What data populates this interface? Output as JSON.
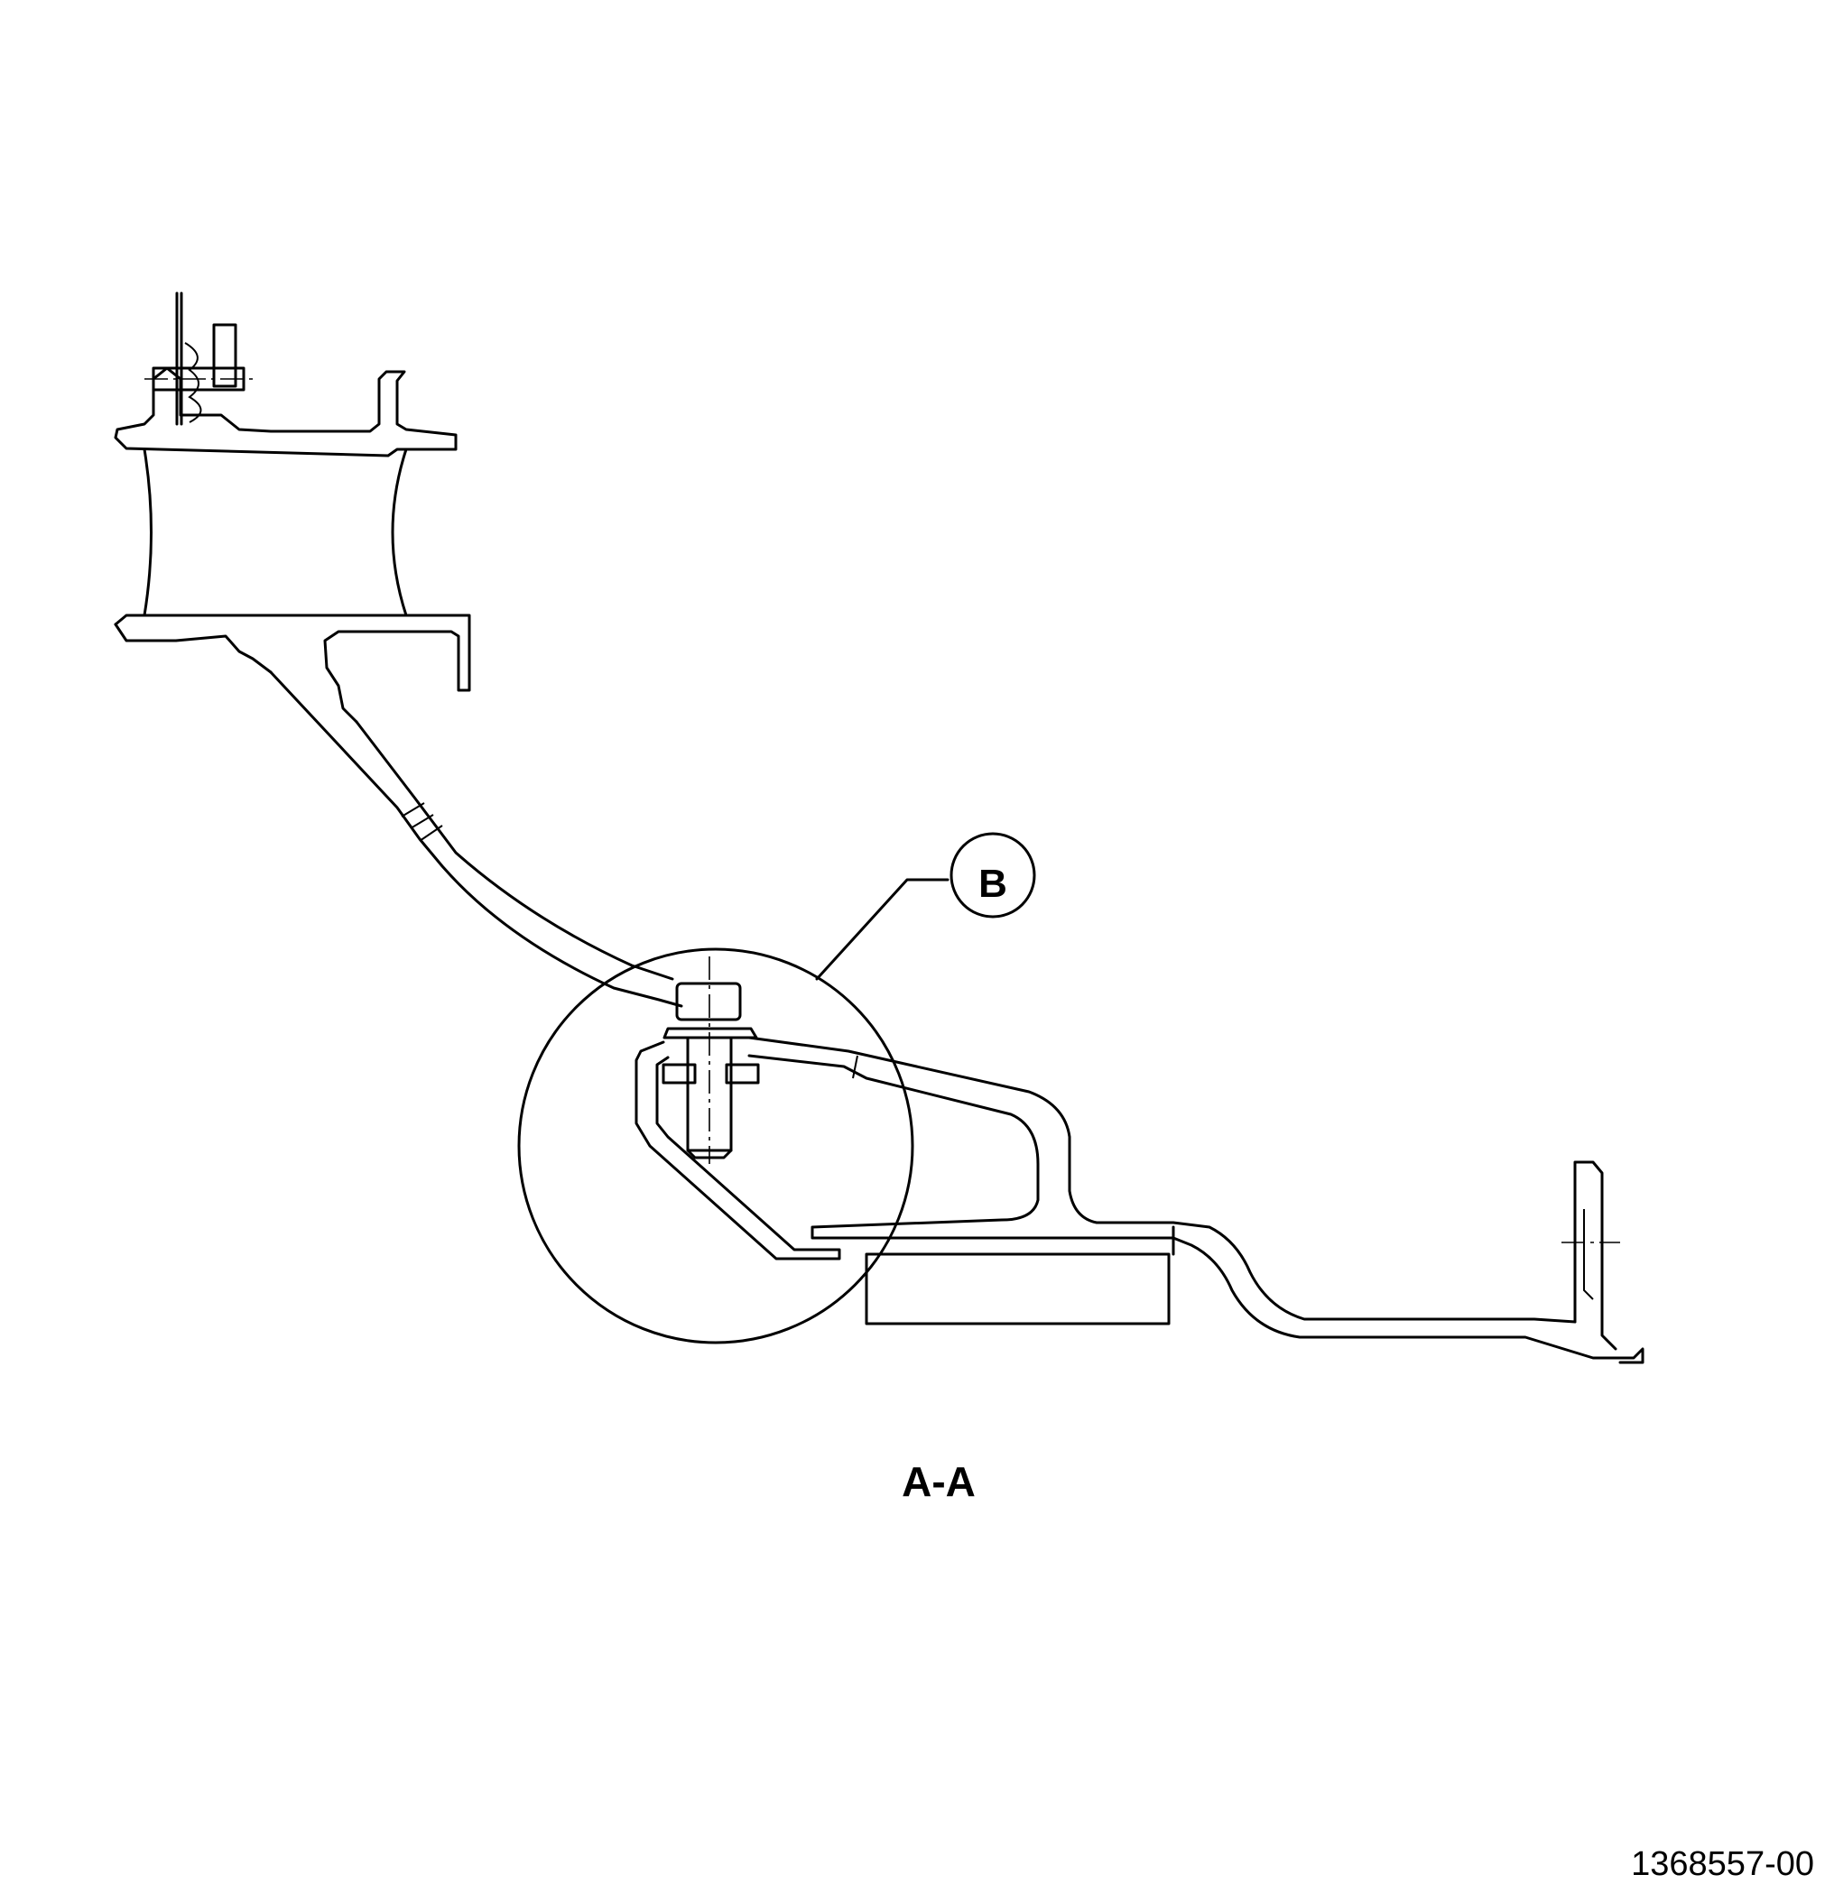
{
  "diagram": {
    "detail_callout": "B",
    "section_label": "A-A",
    "figure_number": "1368557-00"
  }
}
